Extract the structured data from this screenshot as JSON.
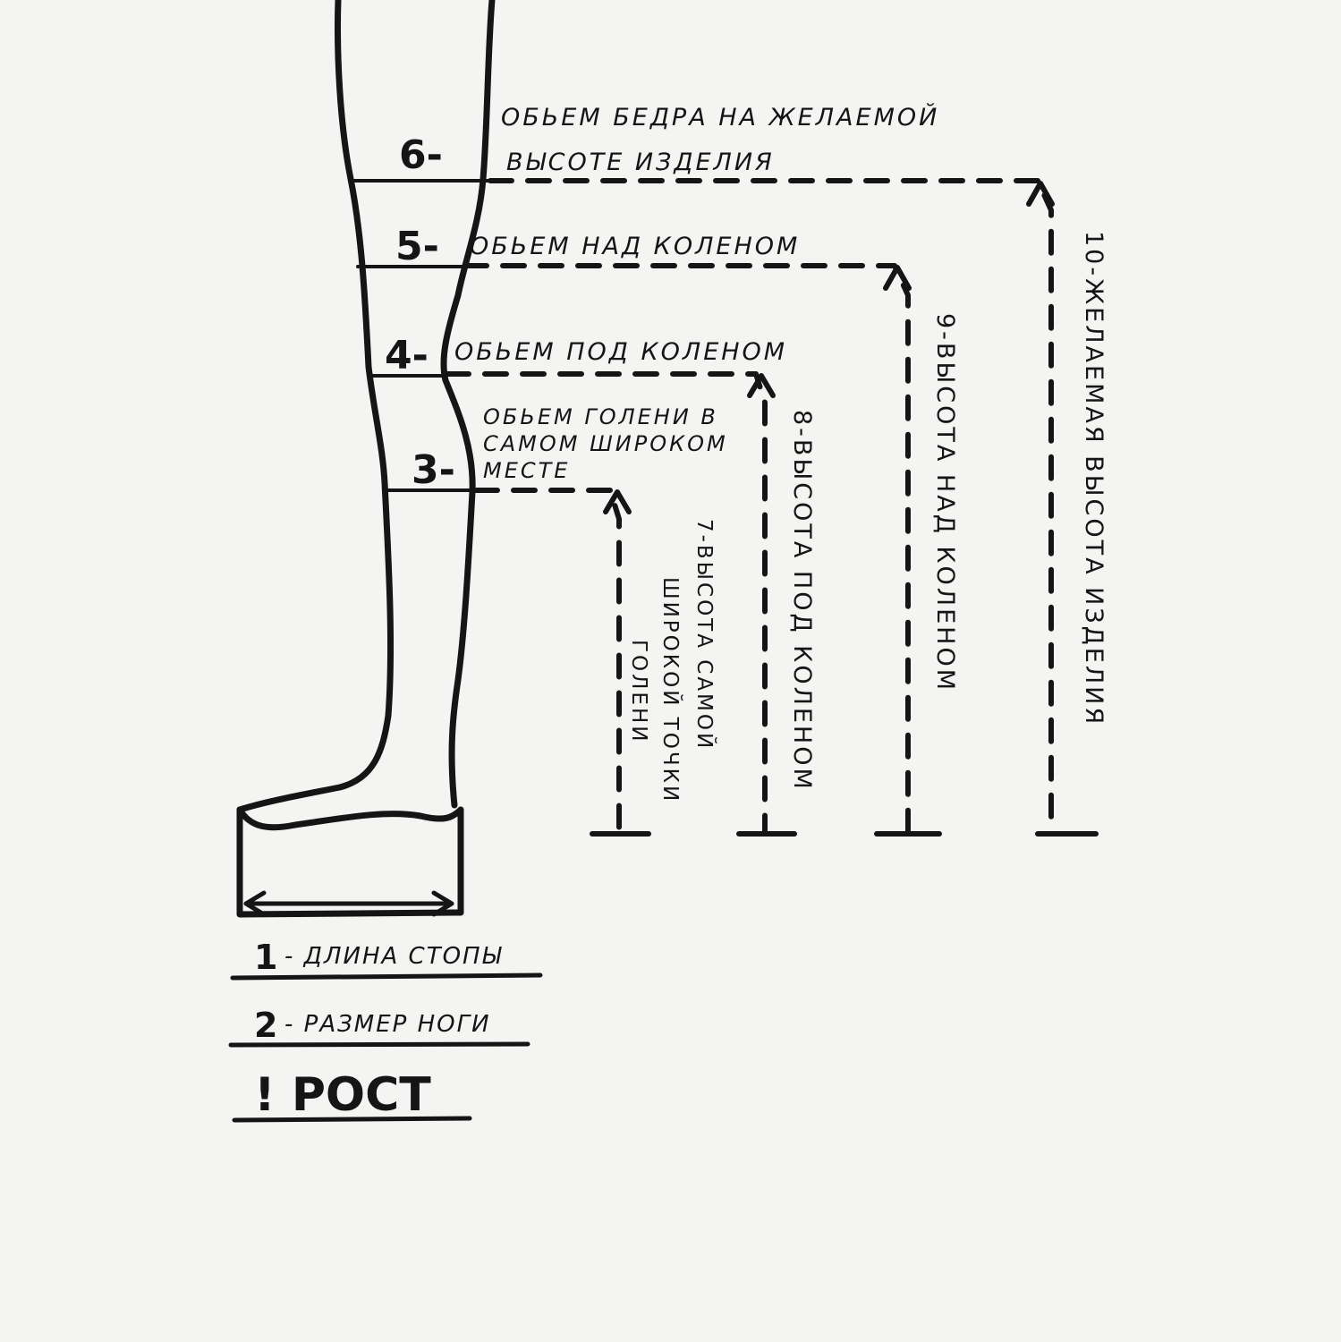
{
  "labels": {
    "m6": {
      "num": "6-",
      "line1": "ОБЬЕМ БЕДРА НА ЖЕЛАЕМОЙ",
      "line2": "ВЫСОТЕ ИЗДЕЛИЯ"
    },
    "m5": {
      "num": "5-",
      "text": "ОБЬЕМ НАД КОЛЕНОМ"
    },
    "m4": {
      "num": "4-",
      "text": "ОБЬЕМ ПОД КОЛЕНОМ"
    },
    "m3": {
      "num": "3-",
      "line1": "ОБЬЕМ ГОЛЕНИ В",
      "line2": "САМОМ ШИРОКОМ",
      "line3": "МЕСТЕ"
    }
  },
  "vertical": {
    "m7": {
      "line1": "7-ВЫСОТА САМОЙ",
      "line2": "ШИРОКОЙ ТОЧКИ",
      "line3": "ГОЛЕНИ"
    },
    "m8": {
      "text": "8-ВЫСОТА ПОД КОЛЕНОМ"
    },
    "m9": {
      "text": "9-ВЫСОТА НАД КОЛЕНОМ"
    },
    "m10": {
      "text": "10-ЖЕЛАЕМАЯ ВЫСОТА ИЗДЕЛИЯ"
    }
  },
  "legend": {
    "item1": {
      "num": "1",
      "text": "- ДЛИНА СТОПЫ"
    },
    "item2": {
      "num": "2",
      "text": "- РАЗМЕР НОГИ"
    },
    "item3": {
      "text": "! РОСТ"
    }
  },
  "colors": {
    "ink": "#151515",
    "paper": "#f4f4f3"
  }
}
